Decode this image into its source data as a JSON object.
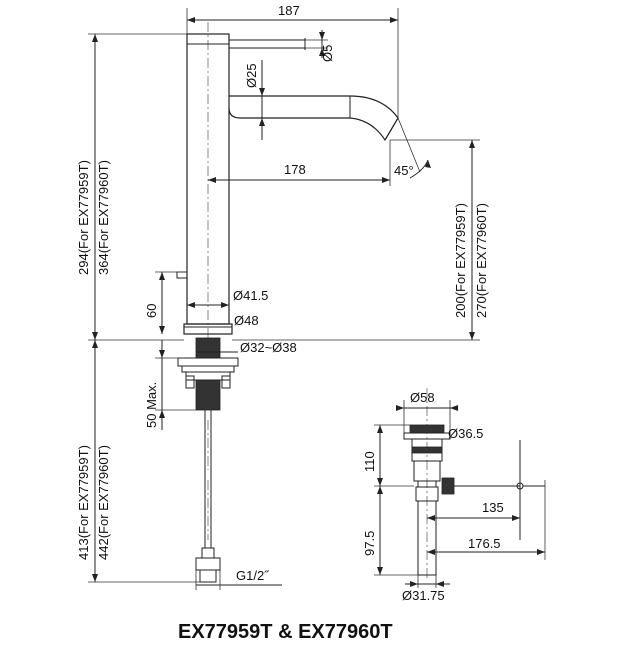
{
  "dimensions": {
    "width_187": "187",
    "lever_dia": "Ø5",
    "spout_dia": "Ø25",
    "reach_178": "178",
    "angle": "45°",
    "body_dia": "Ø41.5",
    "base_dia": "Ø48",
    "hole_dia": "Ø32~Ø38",
    "height_60": "60",
    "deck_max": "50 Max.",
    "total_height_a": "294(For EX77959T)",
    "total_height_b": "364(For EX77960T)",
    "spout_height_a": "200(For EX77959T)",
    "spout_height_b": "270(For EX77960T)",
    "hose_len_a": "413(For EX77959T)",
    "hose_len_b": "442(For EX77960T)",
    "thread": "G1/2˝"
  },
  "waste_detail": {
    "top_dia": "Ø58",
    "flange_dia": "Ø36.5",
    "height_110": "110",
    "rod_135": "135",
    "height_97_5": "97.5",
    "rod_176_5": "176.5",
    "tail_dia": "Ø31.75"
  },
  "caption": "EX77959T & EX77960T"
}
